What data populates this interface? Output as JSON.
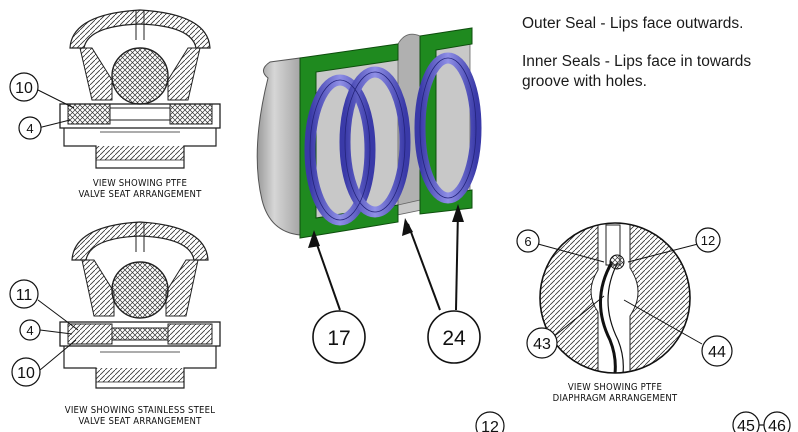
{
  "notes": {
    "outer_seal": "Outer Seal - Lips face outwards.",
    "inner_seals_line1": "Inner Seals - Lips face in towards",
    "inner_seals_line2": "groove with holes."
  },
  "captions": {
    "ptfe_seat_line1": "VIEW SHOWING PTFE",
    "ptfe_seat_line2": "VALVE SEAT ARRANGEMENT",
    "steel_seat_line1": "VIEW SHOWING STAINLESS STEEL",
    "steel_seat_line2": "VALVE SEAT ARRANGEMENT",
    "diaphragm_line1": "VIEW SHOWING PTFE",
    "diaphragm_line2": "DIAPHRAGM ARRANGEMENT"
  },
  "callouts": {
    "top_a": "10",
    "top_b": "4",
    "bottom_a": "11",
    "bottom_b": "4",
    "bottom_c": "10",
    "seal_a": "17",
    "seal_b": "24",
    "diaphragm_a": "6",
    "diaphragm_b": "12",
    "diaphragm_c": "43",
    "diaphragm_d": "44",
    "footer_a": "12",
    "footer_b": "45",
    "footer_c": "46"
  },
  "colors": {
    "seal_green": "#1f8a1f",
    "spring_blue": "#5c5ccc",
    "housing_grey": "#bdbdbd"
  }
}
